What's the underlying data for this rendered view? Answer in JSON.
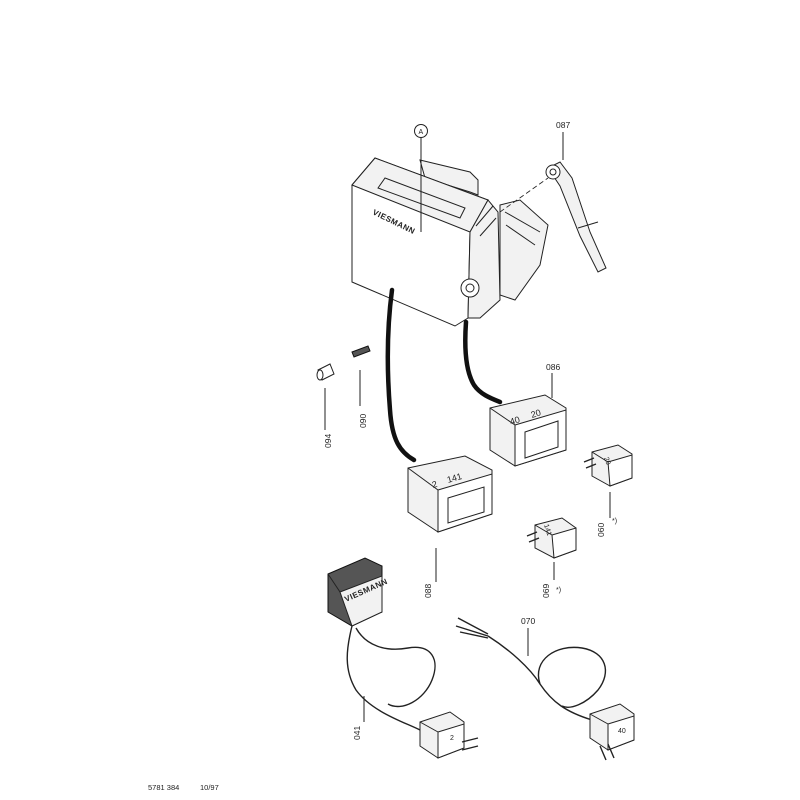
{
  "labels": {
    "callout_a": "A",
    "p087": "087",
    "p086": "086",
    "p090": "090",
    "p094": "094",
    "p060": "060",
    "p060_note": "*)",
    "p069": "069",
    "p069_note": "*)",
    "p088": "088",
    "p070": "070",
    "p041": "041"
  },
  "brand": {
    "housing": "VIESMANN",
    "plug": "VIESMANN"
  },
  "connector_marks": {
    "c086_a": "40",
    "c086_b": "20",
    "c088_a": "2",
    "c088_b": "141",
    "c060": "20",
    "c069": "141",
    "c041": "2",
    "c070": "40"
  },
  "footer": {
    "doc_number": "5781 384",
    "date": "10/97"
  }
}
